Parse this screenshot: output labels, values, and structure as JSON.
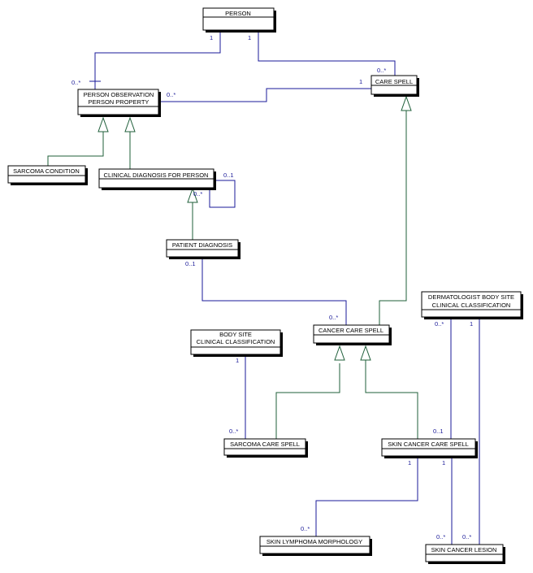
{
  "classes": {
    "person": "PERSON",
    "person_observation": [
      "PERSON OBSERVATION",
      "PERSON PROPERTY"
    ],
    "care_spell": "CARE SPELL",
    "sarcoma_condition": "SARCOMA CONDITION",
    "clinical_diagnosis": "CLINICAL DIAGNOSIS FOR PERSON",
    "patient_diagnosis": "PATIENT DIAGNOSIS",
    "cancer_care_spell": "CANCER CARE SPELL",
    "body_site": [
      "BODY SITE",
      "CLINICAL CLASSIFICATION"
    ],
    "dermatologist_body_site": [
      "DERMATOLOGIST BODY SITE",
      "CLINICAL CLASSIFICATION"
    ],
    "sarcoma_care_spell": "SARCOMA CARE SPELL",
    "skin_cancer_care_spell": "SKIN CANCER CARE SPELL",
    "skin_lymphoma_morphology": "SKIN LYMPHOMA MORPHOLOGY",
    "skin_cancer_lesion": "SKIN CANCER LESION"
  },
  "multiplicities": {
    "person_obs_one": "1",
    "person_obs_many": "0..*",
    "person_care_one": "1",
    "person_care_many": "0..*",
    "care_obs_one": "1",
    "care_obs_many": "0..*",
    "self_assoc_one": "0..1",
    "self_assoc_many": "0..*",
    "patient_cancer_one": "0..1",
    "patient_cancer_many": "0..*",
    "body_sarcoma_one": "1",
    "body_sarcoma_many": "0..*",
    "derm_skin_many": "0..*",
    "derm_skin_one": "0..1",
    "derm_lesion_one": "1",
    "derm_lesion_many": "0..*",
    "skin_morph_one": "1",
    "skin_morph_many": "0..*",
    "skin_lesion_one": "1",
    "skin_lesion_many": "0..*"
  }
}
